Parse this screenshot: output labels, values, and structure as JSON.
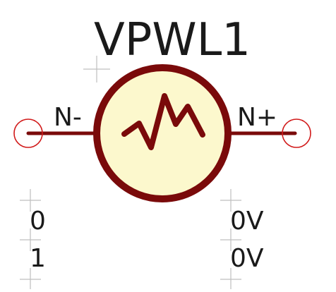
{
  "symbol": {
    "reference": "VPWL1",
    "pin_negative": "N-",
    "pin_positive": "N+",
    "param_left_1": "0",
    "param_left_2": "1",
    "param_right_1": "0V",
    "param_right_2": "0V"
  },
  "colors": {
    "body_outline": "#7a0a0a",
    "body_fill": "#fcf8cd",
    "pin_line": "#7a0a0a",
    "pin_terminal": "#d11a1a",
    "text": "#1a1a1a",
    "crosshair": "#bfbfbf"
  }
}
